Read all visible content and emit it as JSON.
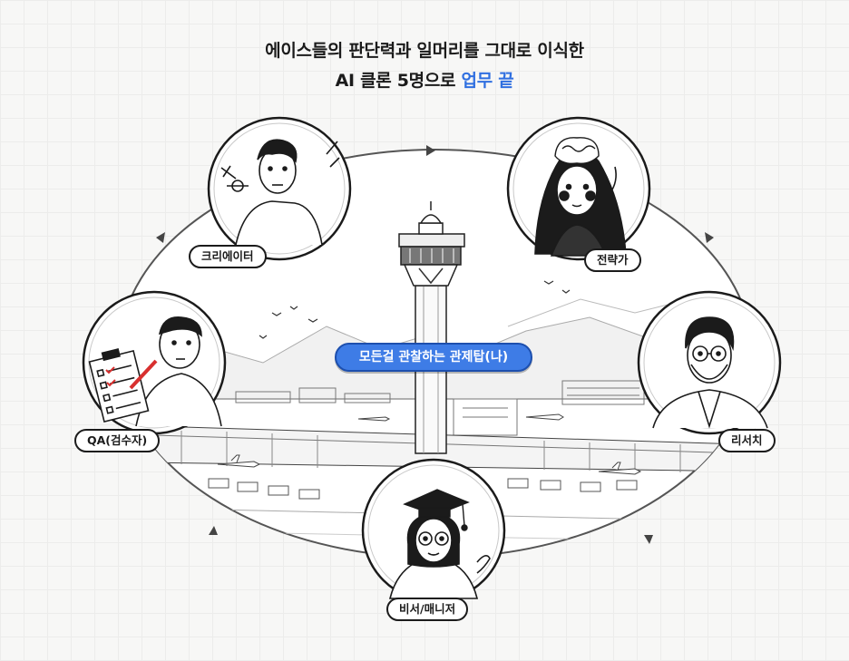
{
  "headline": {
    "line1": "에이스들의 판단력과 일머리를 그대로 이식한",
    "line2_prefix": "AI 클론 5명으로 ",
    "line2_accent": "업무 끝",
    "accent_color": "#2f6fe0"
  },
  "center": {
    "label": "모든걸 관찰하는 관제탑(나)",
    "pill_color": "#3e7ce6"
  },
  "roles": {
    "creator": "크리에이터",
    "strategist": "전략가",
    "qa": "QA(검수자)",
    "researcher": "리서치",
    "secretary": "비서/매니저"
  }
}
